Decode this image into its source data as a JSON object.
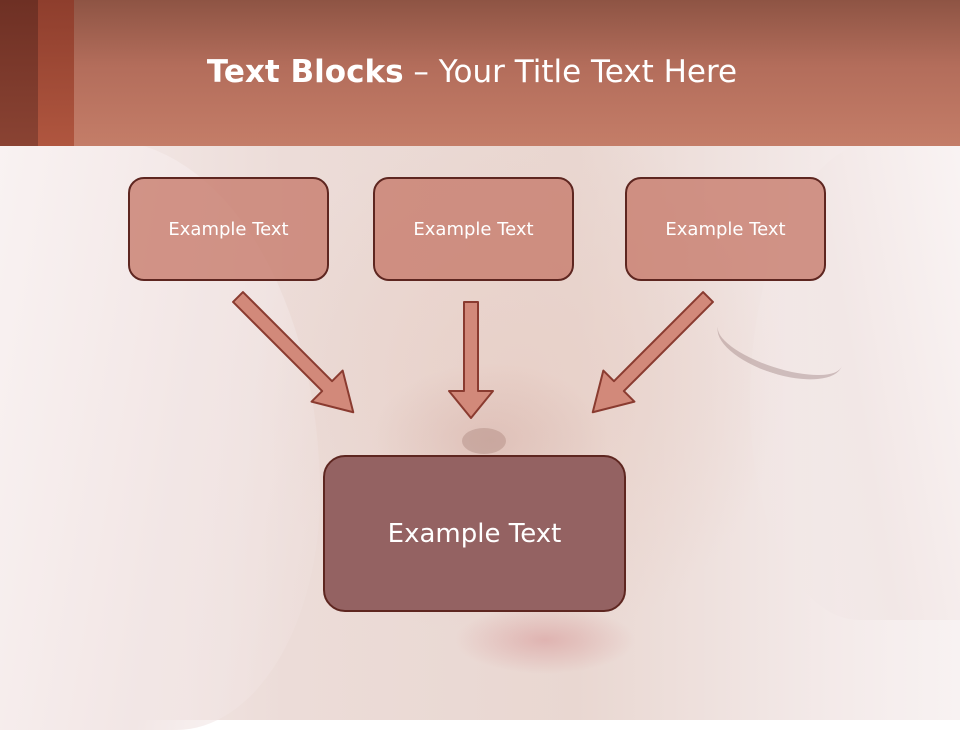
{
  "slide": {
    "title_bold": "Text Blocks",
    "title_rest": " – Your Title Text Here"
  },
  "blocks": {
    "top": [
      {
        "label": "Example Text"
      },
      {
        "label": "Example Text"
      },
      {
        "label": "Example Text"
      }
    ],
    "main": {
      "label": "Example Text"
    }
  },
  "colors": {
    "header": "#b36d5b",
    "block_fill": "#c67a6a",
    "main_block_fill": "#946262",
    "border": "#5e2620",
    "arrow_fill": "#d2897a",
    "arrow_stroke": "#8a3b30"
  }
}
